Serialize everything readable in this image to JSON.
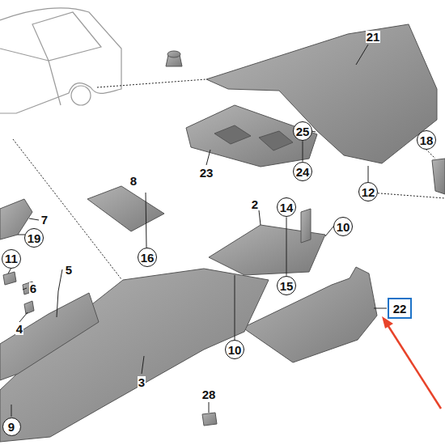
{
  "diagram": {
    "nodes": [
      {
        "text": [
          "25"
        ]
      },
      {
        "text": [
          "18"
        ]
      },
      {
        "text": [
          "24"
        ]
      },
      {
        "text": [
          "12"
        ]
      },
      {
        "text": [
          "14"
        ]
      },
      {
        "text": [
          "10"
        ]
      },
      {
        "text": [
          "19"
        ]
      },
      {
        "text": [
          "16"
        ]
      },
      {
        "text": [
          "11"
        ]
      },
      {
        "text": [
          "15"
        ]
      },
      {
        "text": [
          "22"
        ]
      },
      {
        "text": [
          "10"
        ]
      },
      {
        "text": [
          "9"
        ]
      }
    ],
    "edges": [
      {
        "from": 0,
        "to": 2,
        "arrow": "none"
      },
      {
        "from": 4,
        "to": 9,
        "arrow": "none"
      }
    ],
    "labels": [
      "21",
      "23",
      "8",
      "7",
      "2",
      "5",
      "6",
      "4",
      "3",
      "28"
    ]
  }
}
